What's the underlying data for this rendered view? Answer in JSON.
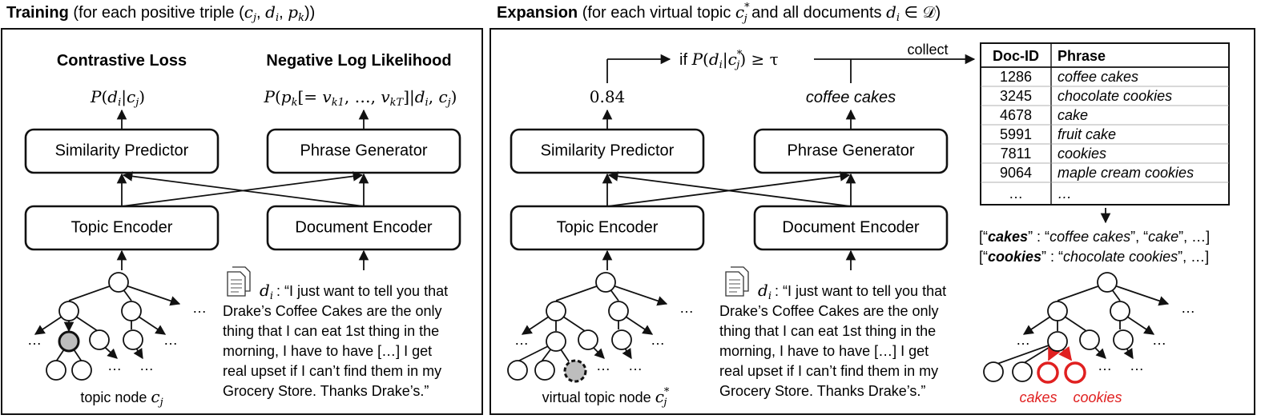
{
  "training": {
    "title_bold": "Training",
    "title_rest": " (for each positive triple (",
    "title_c": "c",
    "title_c_sub": "j",
    "title_d": "d",
    "title_d_sub": "i",
    "title_p": "p",
    "title_p_sub": "k",
    "title_close": "))",
    "contrastive_loss": "Contrastive Loss",
    "nll": "Negative Log Likelihood",
    "formula_left": "P(d_i|c_j)",
    "formula_right": "P(p_k[= v_k1, …, v_kT]|d_i, c_j)",
    "similarity_predictor": "Similarity Predictor",
    "phrase_generator": "Phrase Generator",
    "topic_encoder": "Topic Encoder",
    "document_encoder": "Document Encoder",
    "doc_var": "d",
    "doc_var_sub": "i",
    "doc_lines": [
      ": “I just want to tell you that",
      "Drake’s Coffee Cakes are the only",
      "thing that I can eat 1st thing in the",
      "morning, I have to have […] I get",
      "real upset if I can’t find them in my",
      "Grocery Store. Thanks Drake’s.”"
    ],
    "ellipsis": "…",
    "node_label": "topic node ",
    "node_var": "c",
    "node_var_sub": "j"
  },
  "expansion": {
    "title_bold": "Expansion",
    "title_rest": " (for each virtual topic ",
    "title_c": "c",
    "title_c_sub": "j",
    "title_c_sup": "*",
    "title_mid": " and all documents ",
    "title_d": "d",
    "title_d_sub": "i",
    "title_in": " ∈ 𝒟)",
    "score": "0.84",
    "condition": "if P(d_i|c_j*) ≥ τ",
    "collect": "collect",
    "phrase_output": "coffee cakes",
    "similarity_predictor": "Similarity Predictor",
    "phrase_generator": "Phrase Generator",
    "topic_encoder": "Topic Encoder",
    "document_encoder": "Document Encoder",
    "doc_var": "d",
    "doc_var_sub": "i",
    "doc_lines": [
      ": “I just want to tell you that",
      "Drake’s Coffee Cakes are the only",
      "thing that I can eat 1st thing in the",
      "morning, I have to have […] I get",
      "real upset if I can’t find them in my",
      "Grocery Store. Thanks Drake’s.”"
    ],
    "ellipsis": "…",
    "node_label": "virtual topic node ",
    "node_var": "c",
    "node_var_sub": "j",
    "node_var_sup": "*",
    "table": {
      "headers": [
        "Doc-ID",
        "Phrase"
      ],
      "rows": [
        [
          "1286",
          "coffee cakes"
        ],
        [
          "3245",
          "chocolate cookies"
        ],
        [
          "4678",
          "cake"
        ],
        [
          "5991",
          "fruit cake"
        ],
        [
          "7811",
          "cookies"
        ],
        [
          "9064",
          "maple cream cookies"
        ],
        [
          "…",
          "…"
        ]
      ]
    },
    "cluster_1": {
      "open": "[“",
      "key": "cakes",
      "sep": "” : “",
      "first": "coffee cakes",
      "mid": "”, “",
      "second": "cake",
      "end": "”, …]"
    },
    "cluster_2": {
      "open": "[“",
      "key": "cookies",
      "sep": "” : “",
      "first": "chocolate cookies",
      "end": "”, …]"
    },
    "new_node_1": "cakes",
    "new_node_2": "cookies",
    "highlight_color": "#e02020",
    "virtual_node_fill": "#bdbdbd"
  }
}
